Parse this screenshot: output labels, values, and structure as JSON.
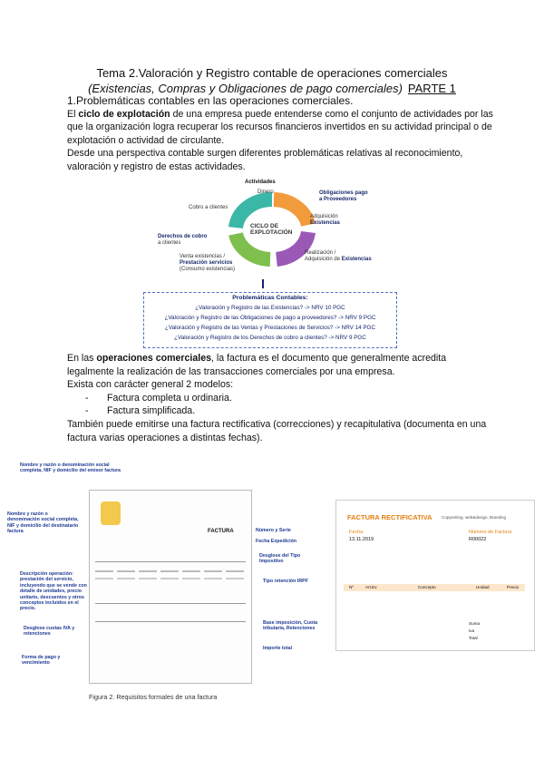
{
  "title": {
    "line1": "Tema 2.Valoración y Registro contable de operaciones comerciales",
    "line2": "(Existencias, Compras y Obligaciones de pago comerciales)",
    "part": "PARTE 1"
  },
  "section": {
    "heading": "1.Problemáticas contables en las operaciones comerciales.",
    "p1_pre": "El ",
    "p1_bold": "ciclo de explotación",
    "p1_post": " de una empresa puede entenderse como el conjunto de actividades por las que la organización logra recuperar los recursos financieros invertidos en su actividad principal o de explotación o actividad de circulante.",
    "p2": "Desde una perspectiva contable surgen diferentes problemáticas relativas al reconocimiento, valoración y registro de estas actividades."
  },
  "cycle": {
    "activities": "Actividades",
    "center1": "CICLO DE",
    "center2": "EXPLOTACIÓN",
    "dinero": "Dinero",
    "cobro": "Cobro a clientes",
    "oblig1": "Obligaciones pago",
    "oblig2": "a Proveedores",
    "adq1": "Adquisición",
    "adq2": "Existencias",
    "real1": "Realización /",
    "real2": "Adquisición de",
    "real3": "Existencias",
    "dcobro1": "Derechos de cobro",
    "dcobro2": "a clientes",
    "venta1": "Venta existencias /",
    "venta2": "Prestación servicios",
    "venta3": "(Consumo existencias)",
    "colors": {
      "teal": "#3bb7a8",
      "orange": "#f29b3c",
      "purple": "#9b59b6",
      "green": "#7fbf4d",
      "pink": "#e36a8e"
    }
  },
  "problems": {
    "heading": "Problemáticas Contables:",
    "items": [
      "¿Valoración y Registro de las Existencias? -> NRV 10 PGC",
      "¿Valoración y Registro de las Obligaciones de pago a proveedores? -> NRV 9 PGC",
      "¿Valoración y Registro de las Ventas y Prestaciones de Servicios? -> NRV 14 PGC",
      "¿Valoración y Registro de los Derechos de cobro a clientes? -> NRV 9 PGC"
    ]
  },
  "ops": {
    "pre": "En las ",
    "bold": "operaciones comerciales",
    "post": ", la factura es el documento que generalmente acredita legalmente la realización de las transacciones comerciales por una empresa.",
    "exist": "Exista con carácter general 2 modelos:",
    "models": [
      "Factura completa u ordinaria.",
      "Factura simplificada."
    ],
    "also": "También puede emitirse una factura rectificativa (correcciones) y recapitulativa (documenta en una factura varias operaciones a distintas fechas)."
  },
  "invoice_fig": {
    "annotations": {
      "a1": "Nombre y razón o denominación social completa, NIF y domicilio del emisor factura",
      "a2": "Nombre y razón o denominación social completa, NIF y domicilio del destinatario factura",
      "a3": "Descripción operación: prestación del servicio, incluyendo que se vende con detalle de unidades, precio unitario, descuentos y otros conceptos incluidos en el precio.",
      "a4": "Desglose cuotas IVA y retenciones",
      "a5": "Forma de pago y vencimiento",
      "b1": "Número y Serie",
      "b2": "Fecha Expedición",
      "b3": "Desglose del Tipo Impositivo",
      "b4": "Tipo retención IRPF",
      "b5": "Base imposición, Cuota tributaria, Retenciones",
      "b6": "Importe total"
    },
    "factura_label": "FACTURA",
    "caption": "Figura 2. Requisitos formales de una factura"
  },
  "rectificativa": {
    "title": "FACTURA RECTIFICATIVA",
    "sub": "Copywriting, web&design, Branding",
    "fecha_label": "Fecha",
    "fecha": "13.11.2019",
    "num_label": "Número de Factura",
    "num": "R00022",
    "table_headers": [
      "Nº",
      "Art.Ex",
      "Concepto",
      "Unidad",
      "Precio"
    ],
    "totals": [
      "Suma",
      "Iva",
      "Total"
    ]
  }
}
